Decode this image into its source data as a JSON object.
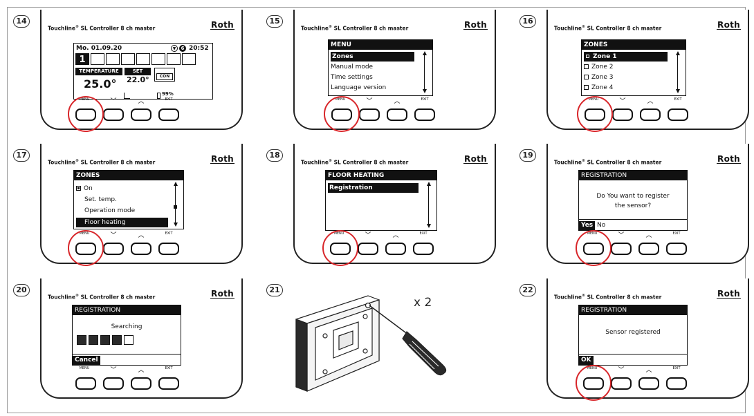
{
  "brand": "Roth",
  "controller_title_main": "Touchline",
  "controller_title_reg": "®",
  "controller_title_rest": " SL Controller 8 ch master",
  "buttons": {
    "menu": "MENU",
    "down": "﹀",
    "up": "︿",
    "exit": "EXIT"
  },
  "steps": [
    "14",
    "15",
    "16",
    "17",
    "18",
    "19",
    "20",
    "21",
    "22"
  ],
  "screen14": {
    "date": "Mo. 01.09.20",
    "badge": "6",
    "time": "20:52",
    "zone_digit": "1",
    "temperature_label": "TEMPERATURE",
    "set_label": "SET",
    "temperature": "25.0°",
    "set_temp": "22.0°",
    "mode": "CON",
    "battery": "99%"
  },
  "screen15": {
    "header": "MENU",
    "items": [
      "Zones",
      "Manual mode",
      "Time settings",
      "Language version"
    ]
  },
  "screen16": {
    "header": "ZONES",
    "items": [
      "Zone 1",
      "Zone 2",
      "Zone 3",
      "Zone 4"
    ]
  },
  "screen17": {
    "header": "ZONES",
    "items": [
      "On",
      "Set. temp.",
      "Operation mode",
      "Floor heating"
    ]
  },
  "screen18": {
    "header": "FLOOR HEATING",
    "items": [
      "Registration"
    ]
  },
  "screen19": {
    "header": "REGISTRATION",
    "question_line1": "Do You want to register",
    "question_line2": "the sensor?",
    "yes": "Yes",
    "no": "No"
  },
  "screen20": {
    "header": "REGISTRATION",
    "text": "Searching",
    "cancel": "Cancel",
    "progress_filled": 4,
    "progress_total": 5
  },
  "screen21": {
    "multiplier": "x 2"
  },
  "screen22": {
    "header": "REGISTRATION",
    "text": "Sensor registered",
    "ok": "OK"
  }
}
